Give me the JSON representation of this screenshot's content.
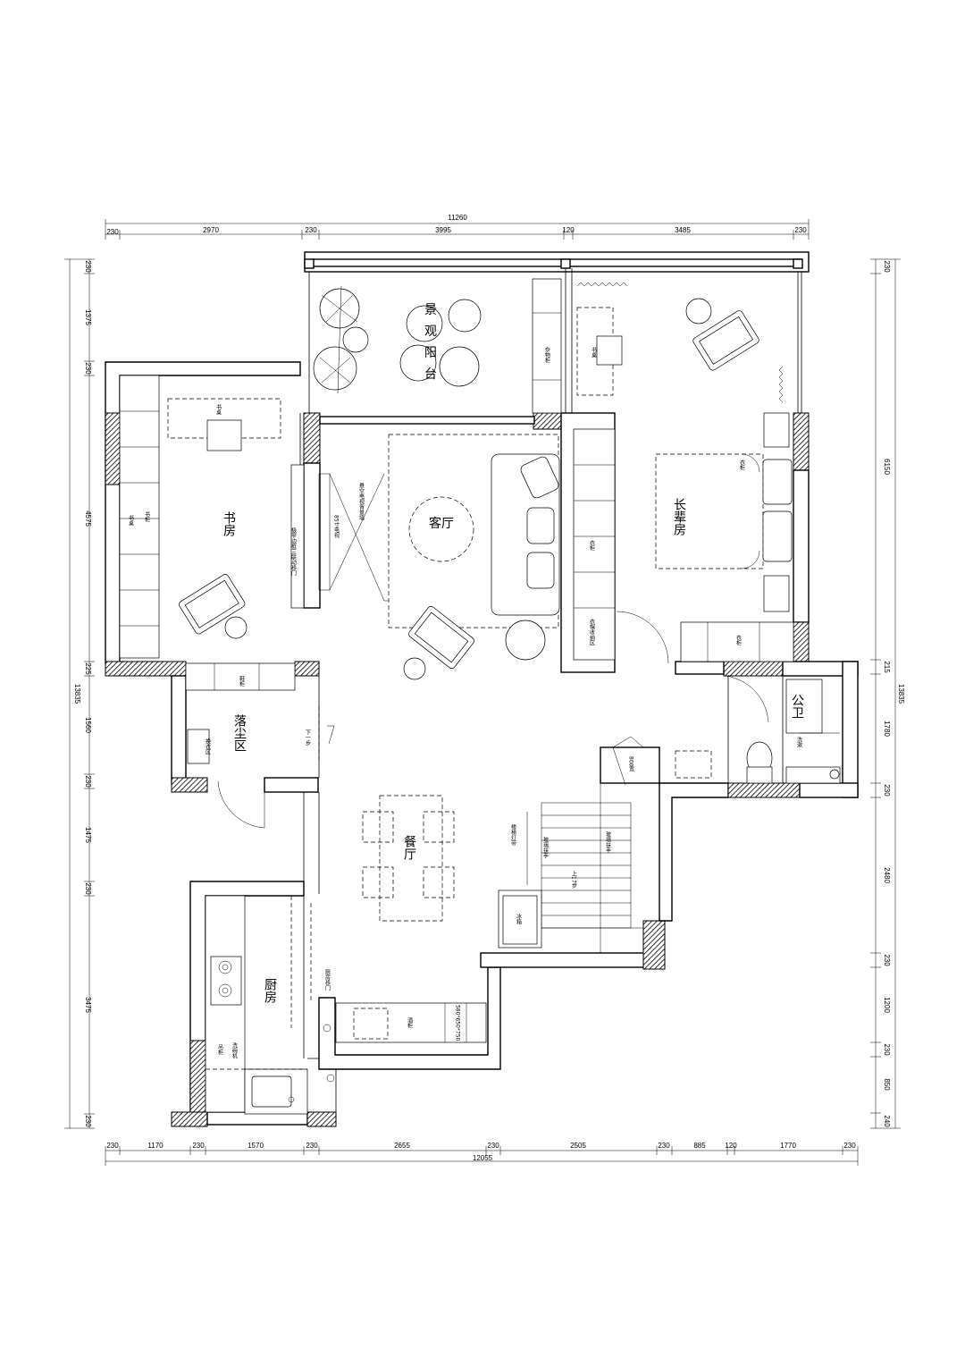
{
  "dims": {
    "top_total": "11260",
    "top": [
      "230",
      "2970",
      "230",
      "3995",
      "120",
      "3485",
      "230"
    ],
    "bottom_total": "12055",
    "bottom": [
      "230",
      "1170",
      "230",
      "1570",
      "230",
      "2655",
      "230",
      "2505",
      "230",
      "885",
      "120",
      "1770",
      "230"
    ],
    "left_total": "13835",
    "left": [
      "230",
      "1375",
      "230",
      "4575",
      "225",
      "1560",
      "230",
      "1475",
      "230",
      "3475",
      "230"
    ],
    "right_total": "13835",
    "right": [
      "230",
      "6150",
      "215",
      "1780",
      "230",
      "2480",
      "230",
      "1200",
      "230",
      "850",
      "240"
    ]
  },
  "rooms": {
    "balcony": "景观阳台",
    "study": "书房",
    "living": "客厅",
    "elder_bedroom": "长辈房",
    "dust_area": "落尘区",
    "dining": "餐厅",
    "public_bath": "公卫",
    "kitchen": "厨房"
  },
  "labels": {
    "storage_cab": "杂物柜",
    "desk_balcony": "书桌",
    "desk_study": "书桌",
    "bookcase": "书柜",
    "desk_long": "书桌",
    "tv_wall": "悬空电视背景墙",
    "tv_85": "85寸电视",
    "slide_door": "极窄边框三联动移门",
    "wardrobe_1": "衣柜",
    "wardrobe_2": "衣柜",
    "wardrobe_3": "衣柜",
    "dressing": "衣帽收纳区",
    "shoe_cab": "鞋柜",
    "change_area": "换衣区",
    "step_down": "下一步",
    "door_800": "800宽",
    "stair_rail": "玻璃扶手",
    "stair_light": "楼梯灯带",
    "stair_glass": "玻璃扶手",
    "stair_up": "上17步",
    "fridge": "冰箱",
    "display_cab": "酒柜",
    "side_cab": "580*650*750",
    "kitchen_door": "厨房移门",
    "hanging_cab": "吊柜",
    "washer": "洗碗机",
    "wash": "洗漱"
  }
}
